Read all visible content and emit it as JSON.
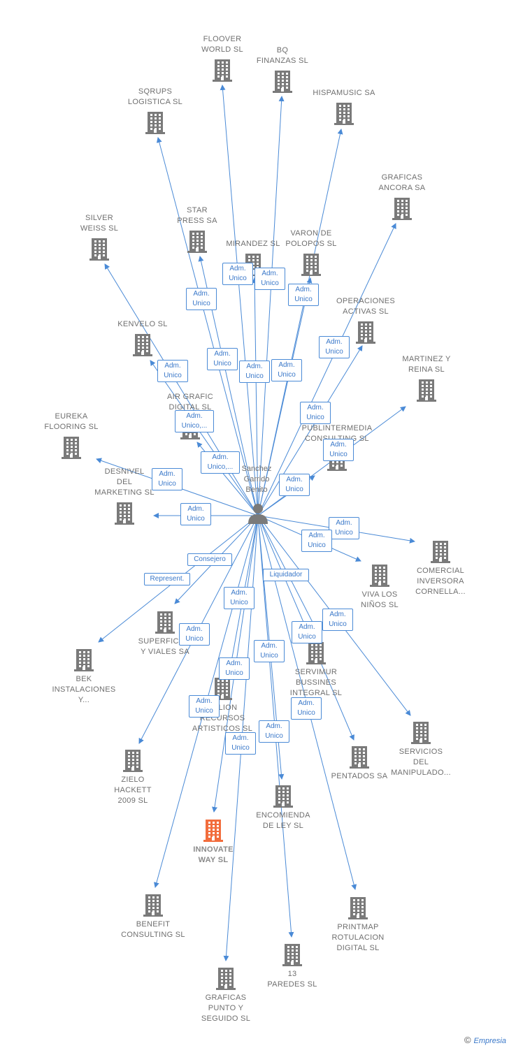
{
  "center": {
    "label": "Sanchez\nGarrido\nBenito"
  },
  "colors": {
    "edge": "#4a8ad6",
    "building": "#7a7a7a",
    "highlight": "#f26d3d",
    "person": "#7a7a7a"
  },
  "companies": [
    {
      "id": "floover",
      "label": "FLOOVER\nWORLD SL"
    },
    {
      "id": "bq",
      "label": "BQ\nFINANZAS SL"
    },
    {
      "id": "sqrups",
      "label": "SQRUPS\nLOGISTICA  SL"
    },
    {
      "id": "hispamusic",
      "label": "HISPAMUSIC SA"
    },
    {
      "id": "graficas_ancora",
      "label": "GRAFICAS\nANCORA SA"
    },
    {
      "id": "silver",
      "label": "SILVER\nWEISS SL"
    },
    {
      "id": "star",
      "label": "STAR\nPRESS SA"
    },
    {
      "id": "mirandez",
      "label": "MIRANDEZ SL"
    },
    {
      "id": "varon",
      "label": "VARON DE\nPOLOPOS SL"
    },
    {
      "id": "operaciones",
      "label": "OPERACIONES\nACTIVAS SL"
    },
    {
      "id": "kenvelo",
      "label": "KENVELO  SL"
    },
    {
      "id": "martinez",
      "label": "MARTINEZ Y\nREINA SL"
    },
    {
      "id": "airgrafic",
      "label": "AIR GRAFIC\nDIGITAL SL"
    },
    {
      "id": "eureka",
      "label": "EUREKA\nFLOORING SL"
    },
    {
      "id": "publintermedia",
      "label": "PUBLINTERMEDIA\nCONSULTING SL"
    },
    {
      "id": "desnivel",
      "label": "DESNIVEL\nDEL\nMARKETING SL"
    },
    {
      "id": "comercial",
      "label": "COMERCIAL\nINVERSORA\nCORNELLA..."
    },
    {
      "id": "vivalos",
      "label": "VIVA LOS\nNIÑOS SL"
    },
    {
      "id": "superficies",
      "label": "SUPERFICIES\nY VIALES SA"
    },
    {
      "id": "bek",
      "label": "BEK\nINSTALACIONES\nY..."
    },
    {
      "id": "servimur",
      "label": "SERVIMUR\nBUSSINES\nINTEGRAL SL"
    },
    {
      "id": "celion",
      "label": "CELION\nRECURSOS\nARTISTICOS SL"
    },
    {
      "id": "servicios",
      "label": "SERVICIOS\nDEL\nMANIPULADO..."
    },
    {
      "id": "pentados",
      "label": "PENTADOS SA"
    },
    {
      "id": "zielo",
      "label": "ZIELO\nHACKETT\n2009 SL"
    },
    {
      "id": "encomienda",
      "label": "ENCOMIENDA\nDE LEY  SL"
    },
    {
      "id": "innovate",
      "label": "INNOVATE\nWAY  SL",
      "highlight": true
    },
    {
      "id": "benefit",
      "label": "BENEFIT\nCONSULTING SL"
    },
    {
      "id": "printmap",
      "label": "PRINTMAP\nROTULACION\nDIGITAL SL"
    },
    {
      "id": "paredes",
      "label": "13\nPAREDES SL"
    },
    {
      "id": "graficas_punto",
      "label": "GRAFICAS\nPUNTO Y\nSEGUIDO SL"
    }
  ],
  "roles": [
    {
      "id": "r1",
      "label": "Adm.\nUnico"
    },
    {
      "id": "r2",
      "label": "Adm.\nUnico"
    },
    {
      "id": "r3",
      "label": "Adm.\nUnico"
    },
    {
      "id": "r4",
      "label": "Adm.\nUnico"
    },
    {
      "id": "r5",
      "label": "Adm.\nUnico"
    },
    {
      "id": "r6",
      "label": "Adm.\nUnico"
    },
    {
      "id": "r7",
      "label": "Adm.\nUnico"
    },
    {
      "id": "r8",
      "label": "Adm.\nUnico"
    },
    {
      "id": "r9",
      "label": "Adm.\nUnico"
    },
    {
      "id": "r10",
      "label": "Adm.\nUnico"
    },
    {
      "id": "r11",
      "label": "Adm.\nUnico,..."
    },
    {
      "id": "r12",
      "label": "Adm.\nUnico"
    },
    {
      "id": "r13",
      "label": "Adm.\nUnico,..."
    },
    {
      "id": "r14",
      "label": "Adm.\nUnico"
    },
    {
      "id": "r15",
      "label": "Adm.\nUnico"
    },
    {
      "id": "r16",
      "label": "Adm.\nUnico"
    },
    {
      "id": "r17",
      "label": "Adm.\nUnico"
    },
    {
      "id": "r18",
      "label": "Adm.\nUnico"
    },
    {
      "id": "r19",
      "label": "Consejero"
    },
    {
      "id": "r20",
      "label": "Represent."
    },
    {
      "id": "r21",
      "label": "Liquidador"
    },
    {
      "id": "r22",
      "label": "Adm.\nUnico"
    },
    {
      "id": "r23",
      "label": "Adm.\nUnico"
    },
    {
      "id": "r24",
      "label": "Adm.\nUnico"
    },
    {
      "id": "r25",
      "label": "Adm.\nUnico"
    },
    {
      "id": "r26",
      "label": "Adm.\nUnico"
    },
    {
      "id": "r27",
      "label": "Adm.\nUnico"
    },
    {
      "id": "r28",
      "label": "Adm.\nUnico"
    },
    {
      "id": "r29",
      "label": "Adm.\nUnico"
    },
    {
      "id": "r30",
      "label": "Adm.\nUnico"
    },
    {
      "id": "r31",
      "label": "Adm.\nUnico"
    }
  ],
  "footer": {
    "copyright_symbol": "©",
    "brand": "Empresia"
  }
}
